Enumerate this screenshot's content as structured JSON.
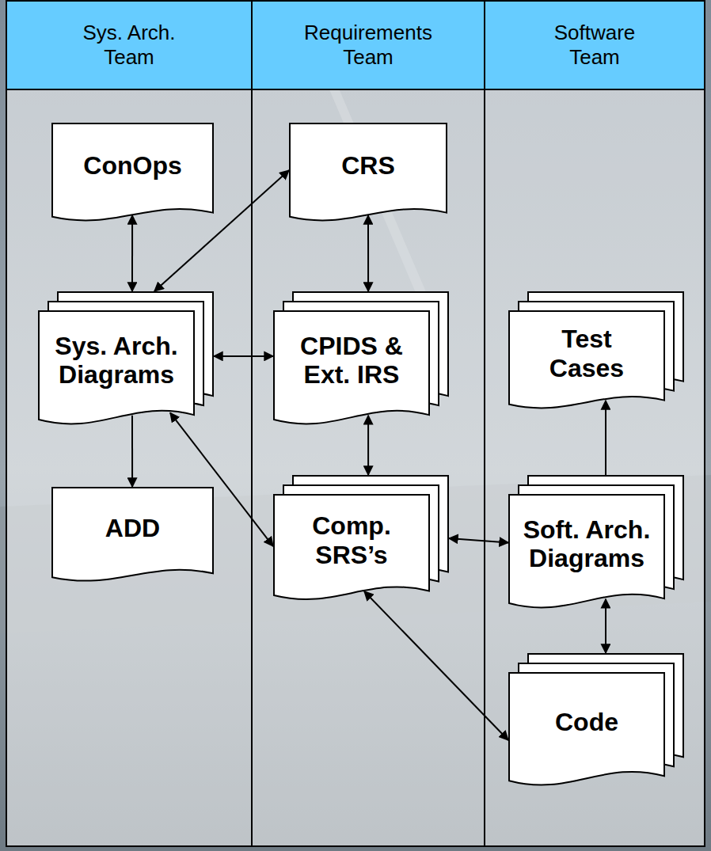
{
  "diagram": {
    "nodes": [
      {
        "text": [
          "Sys. Arch. Team"
        ]
      },
      {
        "text": [
          "Requirements Team"
        ]
      },
      {
        "text": [
          "Software Team"
        ]
      },
      {
        "text": [
          "ConOps"
        ],
        "in": 0
      },
      {
        "text": [
          "CRS"
        ],
        "in": 1
      },
      {
        "text": [
          "Sys. Arch. Diagrams"
        ],
        "in": 0
      },
      {
        "text": [
          "CPIDS & Ext. IRS"
        ],
        "in": 1
      },
      {
        "text": [
          "Test Cases"
        ],
        "in": 2
      },
      {
        "text": [
          "ADD"
        ],
        "in": 0
      },
      {
        "text": [
          "Comp. SRS’s"
        ],
        "in": 1
      },
      {
        "text": [
          "Soft. Arch. Diagrams"
        ],
        "in": 2
      },
      {
        "text": [
          "Code"
        ],
        "in": 2
      }
    ],
    "edges": [
      {
        "from": 3,
        "to": 5,
        "arrow": "both"
      },
      {
        "from": 4,
        "to": 5,
        "arrow": "both"
      },
      {
        "from": 4,
        "to": 6,
        "arrow": "both"
      },
      {
        "from": 5,
        "to": 6,
        "arrow": "both"
      },
      {
        "from": 5,
        "to": 8,
        "arrow": "to"
      },
      {
        "from": 5,
        "to": 9,
        "arrow": "both"
      },
      {
        "from": 6,
        "to": 9,
        "arrow": "both"
      },
      {
        "from": 9,
        "to": 10,
        "arrow": "both"
      },
      {
        "from": 10,
        "to": 7,
        "arrow": "to"
      },
      {
        "from": 10,
        "to": 11,
        "arrow": "both"
      },
      {
        "from": 9,
        "to": 11,
        "arrow": "both"
      }
    ]
  }
}
